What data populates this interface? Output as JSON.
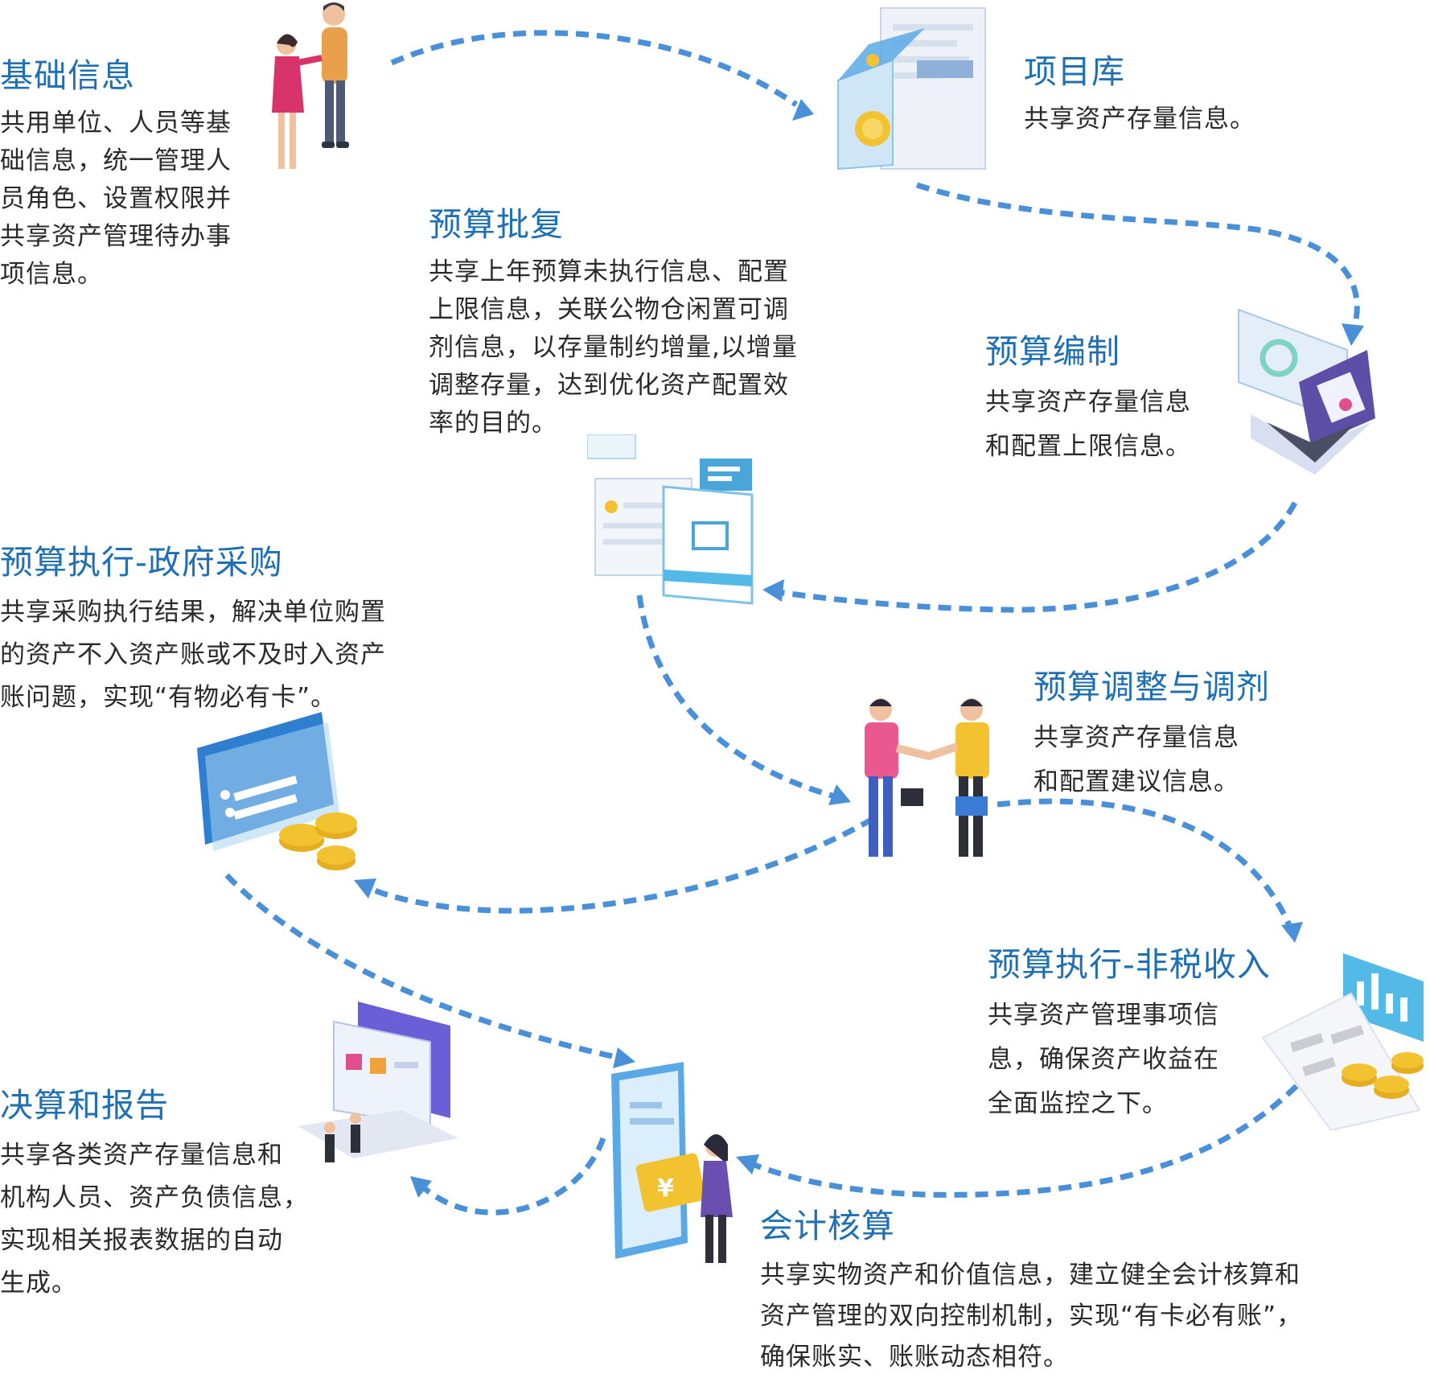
{
  "nodes": {
    "basic_info": {
      "title": "基础信息",
      "lines": [
        "共用单位、人员等基",
        "础信息，统一管理人",
        "员角色、设置权限并",
        "共享资产管理待办事",
        "项信息。"
      ]
    },
    "project_lib": {
      "title": "项目库",
      "lines": [
        "共享资产存量信息。"
      ]
    },
    "budget_approval": {
      "title": "预算批复",
      "lines": [
        "共享上年预算未执行信息、配置",
        "上限信息，关联公物仓闲置可调",
        "剂信息，以存量制约增量,以增量",
        "调整存量，达到优化资产配置效",
        "率的目的。"
      ]
    },
    "budget_prep": {
      "title": "预算编制",
      "lines": [
        "共享资产存量信息",
        "和配置上限信息。"
      ]
    },
    "procurement": {
      "title": "预算执行-政府采购",
      "lines": [
        "共享采购执行结果，解决单位购置",
        "的资产不入资产账或不及时入资产",
        "账问题，实现“有物必有卡”。"
      ]
    },
    "budget_adjust": {
      "title": "预算调整与调剂",
      "lines": [
        "共享资产存量信息",
        "和配置建议信息。"
      ]
    },
    "nontax": {
      "title": "预算执行-非税收入",
      "lines": [
        "共享资产管理事项信",
        "息，确保资产收益在",
        "全面监控之下。"
      ]
    },
    "final_report": {
      "title": "决算和报告",
      "lines": [
        "共享各类资产存量信息和",
        "机构人员、资产负债信息，",
        "实现相关报表数据的自动",
        "生成。"
      ]
    },
    "accounting": {
      "title": "会计核算",
      "lines": [
        "共享实物资产和价值信息，建立健全会计核算和",
        "资产管理的双向控制机制，实现“有卡必有账”，",
        "确保账实、账账动态相符。"
      ]
    }
  },
  "colors": {
    "title": "#1f6fb5",
    "text": "#2a2a2a",
    "arrow": "#4a90d9",
    "illus_blue": "#5aa9e6",
    "coin": "#f2c230"
  },
  "icons": {
    "basic_info": "people-meeting-icon",
    "project_lib": "database-document-icon",
    "budget_prep": "laptop-dashboard-icon",
    "budget_approval": "document-stack-icon",
    "procurement": "card-coins-icon",
    "budget_adjust": "handshake-icon",
    "nontax": "chart-coins-icon",
    "final_report": "report-laptop-icon",
    "accounting": "phone-payment-icon"
  }
}
